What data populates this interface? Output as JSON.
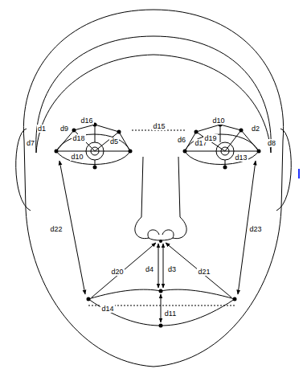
{
  "diagram": {
    "labels": [
      "d1",
      "d9",
      "d16",
      "d18",
      "d5",
      "d7",
      "d10",
      "d15",
      "d17",
      "d10",
      "d2",
      "d19",
      "d6",
      "d8",
      "d13",
      "d22",
      "d23",
      "d20",
      "d21",
      "d4",
      "d3",
      "d14",
      "d11"
    ]
  }
}
